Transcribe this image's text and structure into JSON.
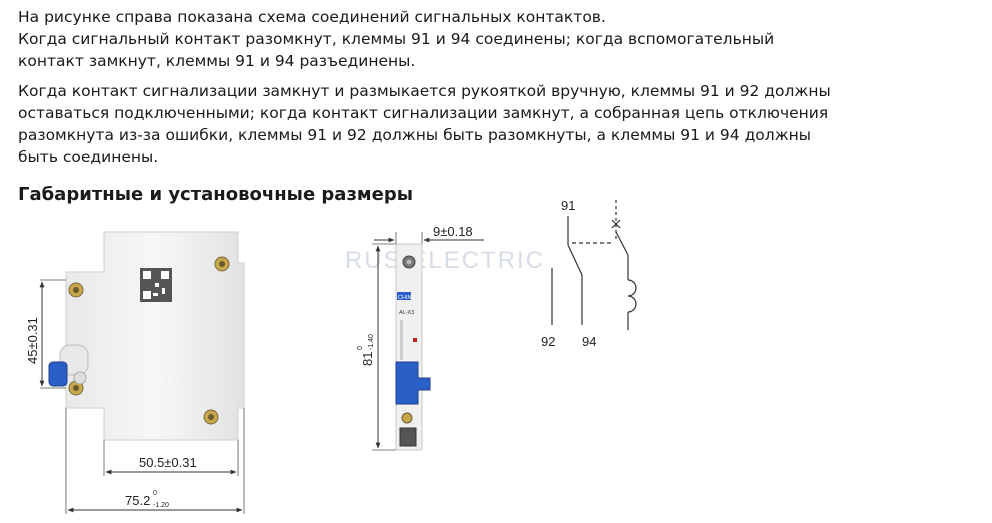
{
  "paragraphs": {
    "p1": [
      "На рисунке справа показана схема соединений сигнальных контактов.",
      "Когда сигнальный контакт разомкнут, клеммы 91 и 94 соединены; когда вспомогательный",
      "контакт замкнут, клеммы 91 и 94 разъединены."
    ],
    "p2": [
      "Когда контакт сигнализации замкнут и размыкается рукояткой вручную, клеммы 91 и 92 должны",
      "оставаться подключенными; когда контакт сигнализации замкнут, а собранная цепь отключения",
      "разомкнута из-за ошибки, клеммы 91 и 92 должны быть разомкнуты, а клеммы 91 и 94 должны",
      "быть соединены."
    ]
  },
  "heading": "Габаритные и установочные размеры",
  "breaker": {
    "dim_height": "45±0.31",
    "dim_width_inner": "50.5±0.31",
    "dim_width_outer_main": "75.2",
    "dim_width_outer_sup": "0",
    "dim_width_outer_sub": "-1.20"
  },
  "aux_contact": {
    "dim_top": "9±0.18",
    "dim_height_main": "81",
    "dim_height_sup": "0",
    "dim_height_sub": "-1.40",
    "brand": "CHINT",
    "model": "AL-X3"
  },
  "schematic": {
    "terminal_top": "91",
    "terminal_left": "92",
    "terminal_right": "94"
  },
  "watermark": "RUS ELECTRIC",
  "colors": {
    "handle_blue": "#2a5fc8",
    "body_white": "#f2f2f2",
    "dim_line": "#333333"
  }
}
